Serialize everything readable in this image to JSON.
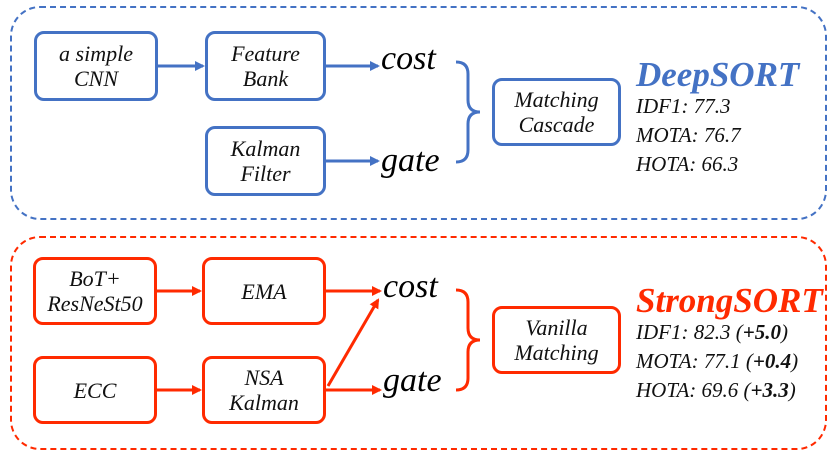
{
  "colors": {
    "deep": "#4472c4",
    "strong": "#ff2a00"
  },
  "deepsort": {
    "nodes": {
      "cnn": "a simple\nCNN",
      "feature_bank": "Feature\nBank",
      "kalman": "Kalman\nFilter",
      "matching": "Matching\nCascade"
    },
    "labels": {
      "cost": "cost",
      "gate": "gate"
    },
    "title": "DeepSORT",
    "metrics": [
      {
        "name": "IDF1",
        "value": "77.3"
      },
      {
        "name": "MOTA",
        "value": "76.7"
      },
      {
        "name": "HOTA",
        "value": "66.3"
      }
    ]
  },
  "strongsort": {
    "nodes": {
      "bot": "BoT+\nResNeSt50",
      "ema": "EMA",
      "ecc": "ECC",
      "nsa": "NSA\nKalman",
      "matching": "Vanilla\nMatching"
    },
    "labels": {
      "cost": "cost",
      "gate": "gate"
    },
    "title": "StrongSORT",
    "metrics": [
      {
        "name": "IDF1",
        "value": "82.3",
        "delta": "+5.0"
      },
      {
        "name": "MOTA",
        "value": "77.1",
        "delta": "+0.4"
      },
      {
        "name": "HOTA",
        "value": "69.6",
        "delta": "+3.3"
      }
    ]
  }
}
